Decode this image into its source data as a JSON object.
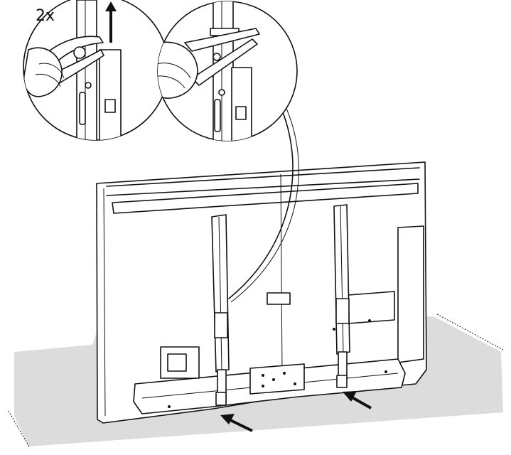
{
  "instruction": {
    "repeat_label": "2x",
    "step_1": "pull-clip-up-with-pliers",
    "step_2": "cut-cable-tie-with-scissors",
    "step_3": "slide-stand-supports-in"
  },
  "colors": {
    "line": "#111111",
    "surface": "#dcdcdc",
    "background": "#ffffff"
  }
}
